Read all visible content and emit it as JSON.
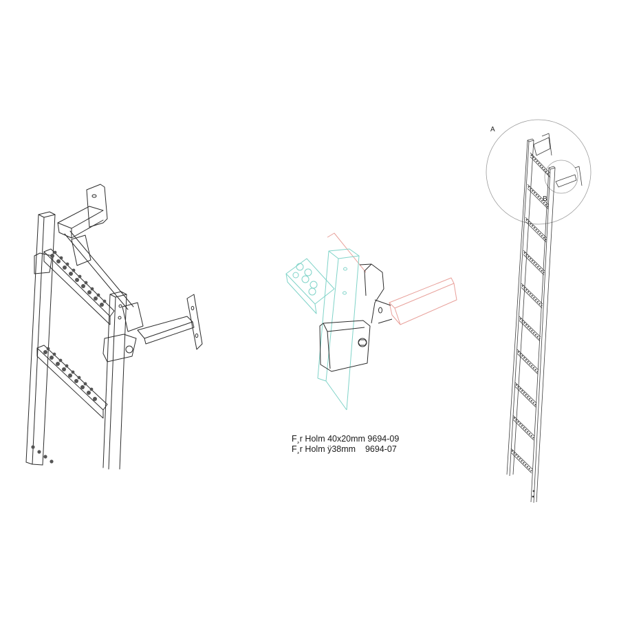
{
  "figure": {
    "type": "technical-drawing",
    "subject": "ladder with wall brackets, exploded hinge detail",
    "views": [
      {
        "id": "left-detail",
        "description": "isometric detail of ladder top with wall-mount brackets"
      },
      {
        "id": "center-detail",
        "description": "hinge clamp detail with colored ghost parts"
      },
      {
        "id": "right-overview",
        "description": "full ladder with detail callouts A and B"
      }
    ],
    "colors": {
      "line": "#2a2a2a",
      "ghost_rail": "#7fd3c8",
      "ghost_bracket": "#e8a09a",
      "callout_circle": "#9a9a9a"
    }
  },
  "caption": {
    "line1": "F¸r Holm 40x20mm 9694-09",
    "line2": "F¸r Holm ÿ38mm    9694-07"
  },
  "callouts": {
    "a": "A",
    "b": "B"
  }
}
